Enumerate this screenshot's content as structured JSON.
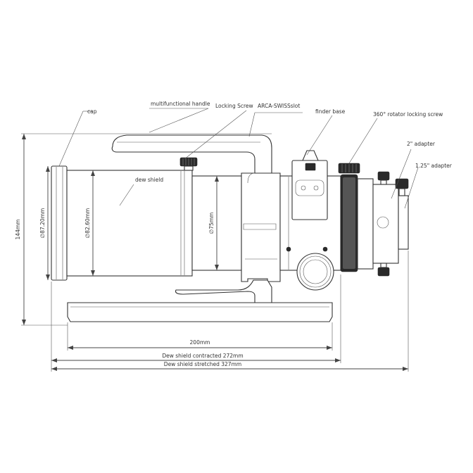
{
  "labels": {
    "cap": "cap",
    "handle": "multifunctional handle",
    "locking_screw": "Locking Screw",
    "arca": "ARCA-SWISSslot",
    "finder_base": "finder base",
    "rotator": "360°   rotator locking screw",
    "adapter2": "2\" adapter",
    "adapter125": "1.25\" adapter",
    "dew_shield": "dew shield"
  },
  "dimensions": {
    "height": "144mm",
    "d_cap": "∅87.20mm",
    "d_dew": "∅82.60mm",
    "d_tube": "∅75mm",
    "base_length": "200mm",
    "contracted": "Dew shield contracted 272mm",
    "stretched": "Dew shield stretched 327mm"
  }
}
